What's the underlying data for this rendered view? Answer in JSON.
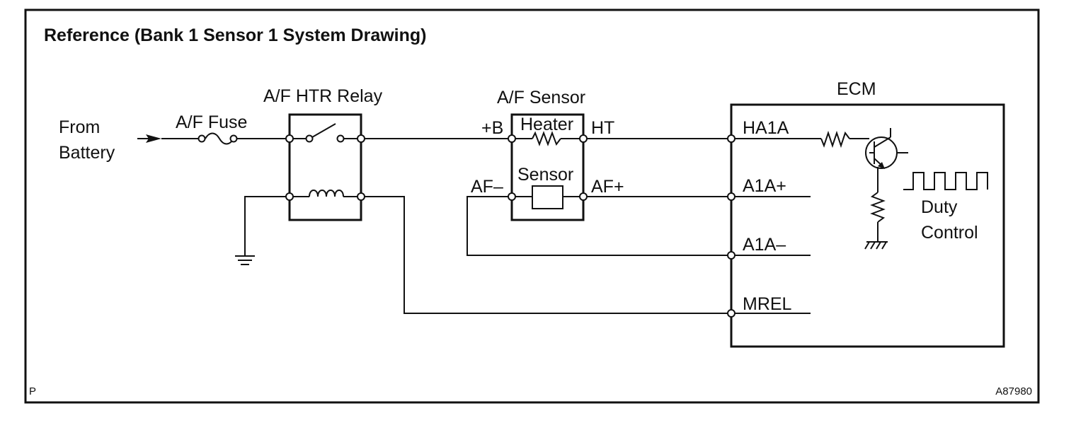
{
  "title": "Reference (Bank 1 Sensor 1 System Drawing)",
  "source": {
    "line1": "From",
    "line2": "Battery"
  },
  "fuse": {
    "label": "A/F Fuse"
  },
  "relay": {
    "label": "A/F HTR Relay"
  },
  "sensor": {
    "label": "A/F Sensor",
    "heater_label": "Heater",
    "sensor_label": "Sensor",
    "pins": {
      "plus_b": "+B",
      "ht": "HT",
      "af_minus": "AF–",
      "af_plus": "AF+"
    }
  },
  "ecm": {
    "label": "ECM",
    "pins": {
      "ha1a": "HA1A",
      "a1a_plus": "A1A+",
      "a1a_minus": "A1A–",
      "mrel": "MREL"
    },
    "duty_line1": "Duty",
    "duty_line2": "Control"
  },
  "footer": {
    "left": "P",
    "right": "A87980"
  }
}
